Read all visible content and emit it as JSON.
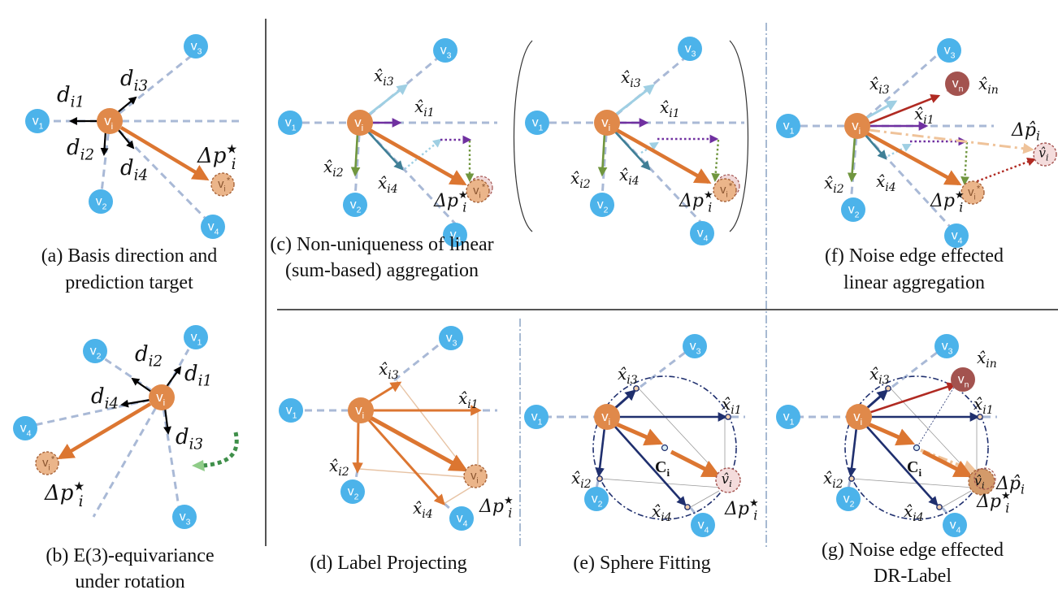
{
  "figure": {
    "captions": {
      "a": [
        "(a) Basis direction and",
        "prediction target"
      ],
      "b": [
        "(b) E(3)-equivariance",
        "under rotation"
      ],
      "c": [
        "(c) Non-uniqueness of linear",
        "(sum-based) aggregation"
      ],
      "d": [
        "(d) Label Projecting"
      ],
      "e": [
        "(e) Sphere Fitting"
      ],
      "f": [
        "(f) Noise edge effected",
        "linear aggregation"
      ],
      "g": [
        "(g) Noise edge effected",
        "DR-Label"
      ]
    },
    "nodes": {
      "center": "v",
      "center_sub": "i",
      "neighbors": [
        "1",
        "2",
        "3",
        "4"
      ],
      "noise": "n",
      "target_star": "*"
    },
    "symbols": {
      "basis": [
        "d",
        "i1",
        "i2",
        "i3",
        "i4"
      ],
      "xhat": [
        "x̂",
        "i1",
        "i2",
        "i3",
        "i4",
        "in"
      ],
      "delta_target": "Δp",
      "delta_pred": "Δp̂",
      "vhat": "v̂",
      "center_point": "C",
      "center_point_sub": "i"
    },
    "colors": {
      "neighbor": "#4cb3ea",
      "center": "#e0894a",
      "target_fill": "#ebb58a",
      "target_stroke": "#a8643a",
      "noise_node": "#a3534f",
      "edge_dashed": "#a9b9d6",
      "orange_arrow": "#dc7631",
      "light_orange": "#efc39a",
      "purple": "#7030a0",
      "light_blue": "#9fcfe3",
      "green": "#70963f",
      "teal": "#3f7f96",
      "navy": "#1f2f6e",
      "red": "#b02a22",
      "pred_fill": "#f4dcdc",
      "pred_stroke": "#a3534f",
      "divider": "#555555",
      "divider_dashdot": "#6d8cb3"
    }
  }
}
